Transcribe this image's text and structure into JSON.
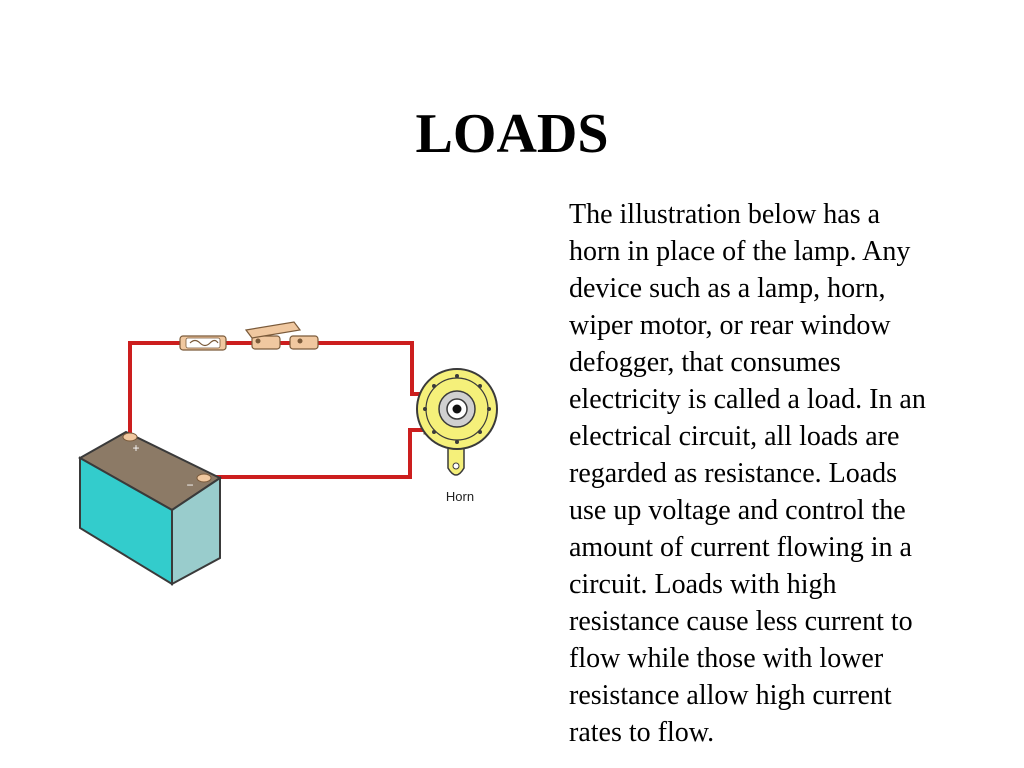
{
  "slide": {
    "title": "LOADS",
    "body_lines": [
      "The illustration below has a",
      "horn in place of the lamp. Any",
      "device such as a lamp, horn,",
      "wiper motor, or rear window",
      "defogger, that consumes",
      "electricity is called a load. In an",
      "electrical circuit, all loads are",
      "regarded as resistance. Loads",
      "use up voltage and control the",
      "amount of current flowing in a",
      "circuit. Loads with high",
      "resistance cause less current to",
      "flow while those with lower",
      "resistance allow high current",
      "rates to flow."
    ]
  },
  "diagram": {
    "horn_label": "Horn",
    "battery_positive_symbol": "+",
    "battery_negative_symbol": "−",
    "colors": {
      "wire": "#cc1e1e",
      "battery_side": "#33cccc",
      "battery_front": "#99cccc",
      "battery_top": "#8c7a66",
      "terminal": "#f0c8a0",
      "horn_yellow": "#f5f07a",
      "horn_gray": "#d0d0d0"
    }
  }
}
